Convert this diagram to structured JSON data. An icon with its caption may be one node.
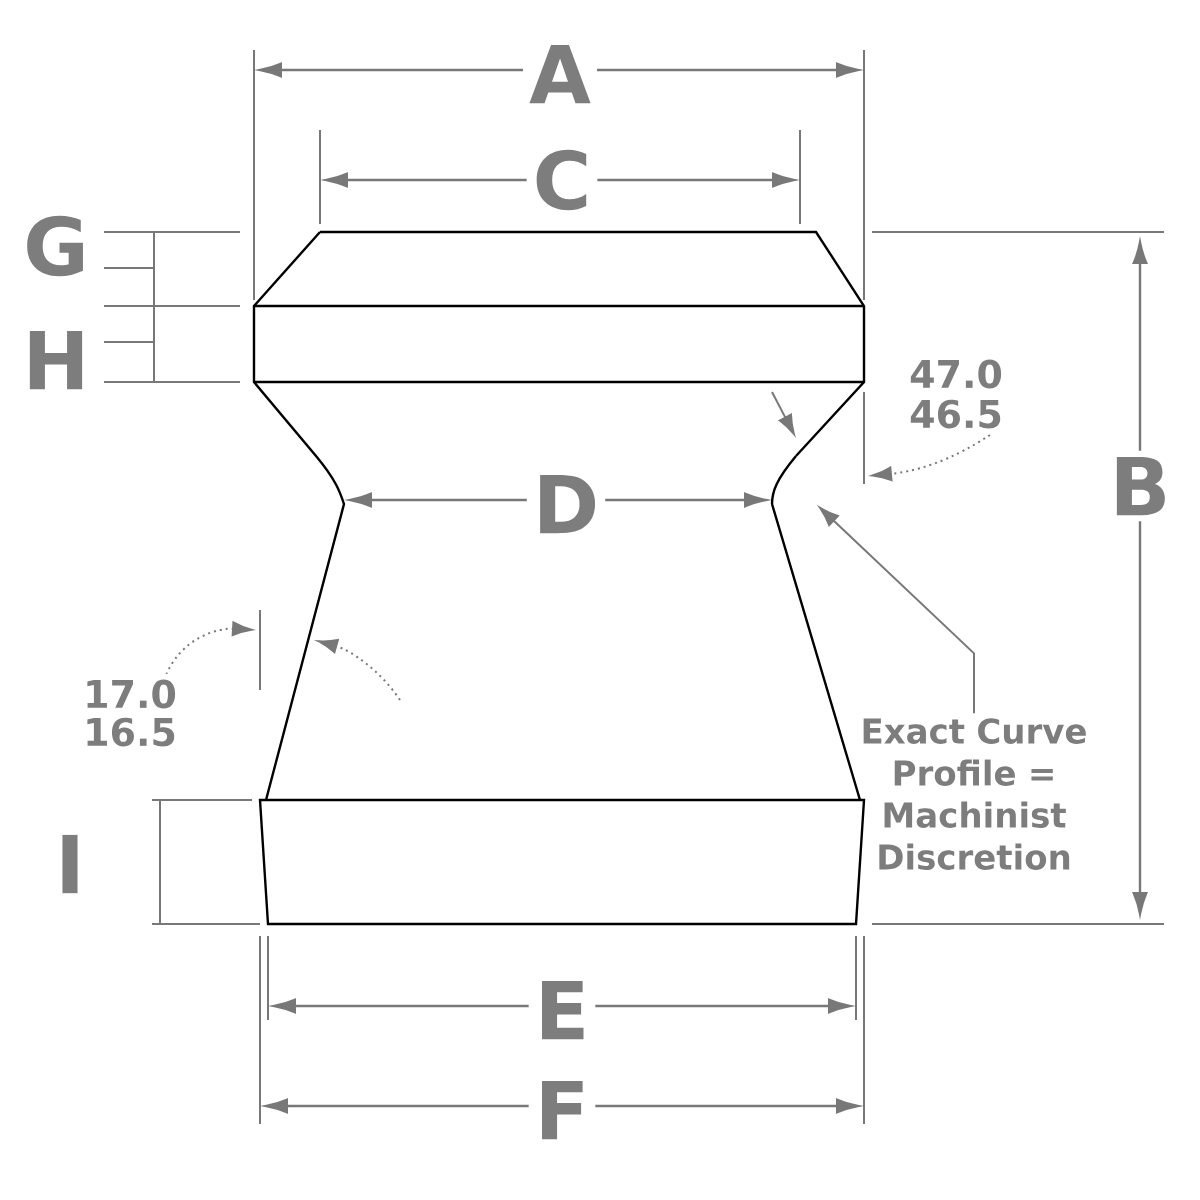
{
  "diagram": {
    "nodes": [
      {
        "text": [
          "Exact Curve Profile = Machinist Discretion"
        ]
      },
      {
        "text": [],
        "shape": "curve"
      }
    ],
    "edges": [
      {
        "from": 0,
        "to": 1,
        "arrow": "to"
      }
    ],
    "labels": [
      "A",
      "C",
      "G",
      "H",
      "B",
      "D",
      "47.0",
      "46.5",
      "17.0",
      "16.5",
      "I",
      "E",
      "F"
    ]
  }
}
